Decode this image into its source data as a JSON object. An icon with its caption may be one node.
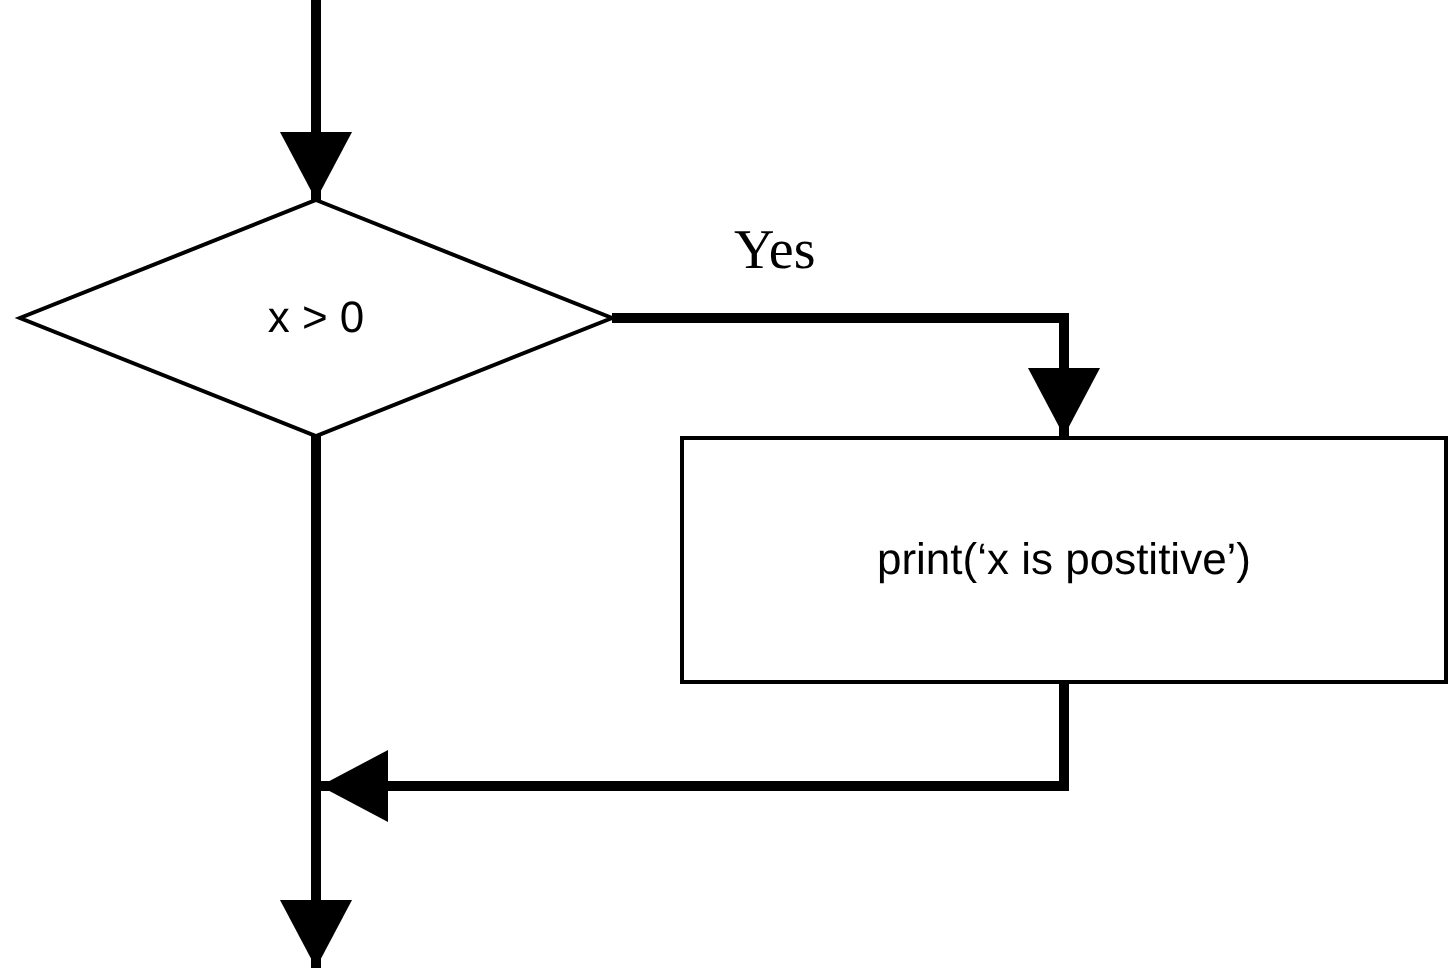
{
  "diagram": {
    "nodes": [
      {
        "text": [
          "x > 0"
        ]
      },
      {
        "text": [
          "print(‘x is postitive’)"
        ]
      }
    ],
    "edges": [
      {
        "from": null,
        "to": 0,
        "arrow": "to"
      },
      {
        "from": 0,
        "to": 1,
        "arrow": "to",
        "label": "Yes"
      },
      {
        "from": 0,
        "to": null,
        "arrow": "to"
      },
      {
        "from": 1,
        "to": null,
        "arrow": "to"
      }
    ]
  }
}
